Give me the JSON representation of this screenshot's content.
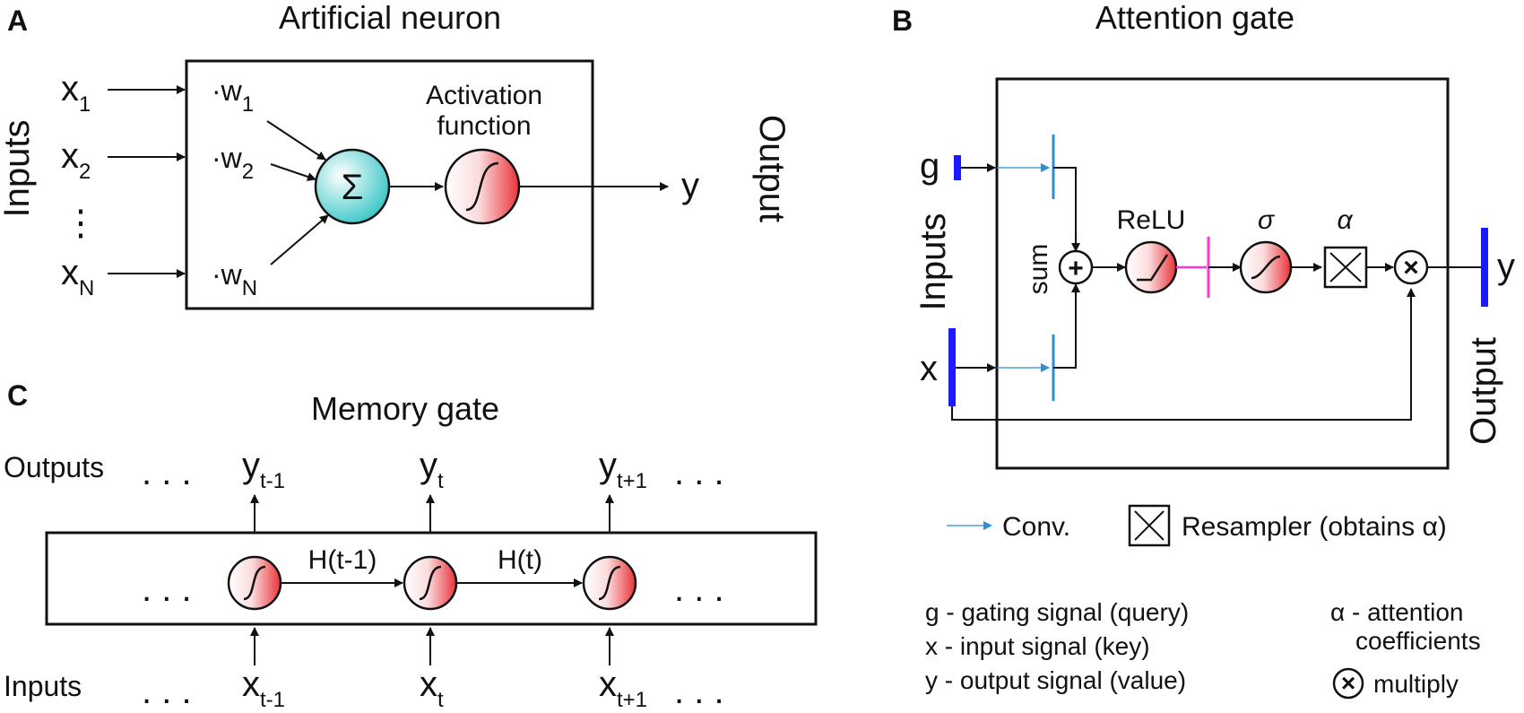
{
  "panel_a": {
    "letter": "A",
    "title": "Artificial neuron",
    "side_left": "Inputs",
    "side_right": "Output",
    "in1": "x",
    "in1_sub": "1",
    "in2": "x",
    "in2_sub": "2",
    "inN": "x",
    "inN_sub": "N",
    "vdots": "⋮",
    "w1": "·w",
    "w1_sub": "1",
    "w2": "·w",
    "w2_sub": "2",
    "wN": "·w",
    "wN_sub": "N",
    "sum_symbol": "Σ",
    "act_line1": "Activation",
    "act_line2": "function",
    "out": "y"
  },
  "panel_b": {
    "letter": "B",
    "title": "Attention gate",
    "side_left": "Inputs",
    "side_right": "Output",
    "g": "g",
    "x": "x",
    "y": "y",
    "sum_label": "sum",
    "plus": "+",
    "relu": "ReLU",
    "sigma": "σ",
    "alpha": "α",
    "times": "×",
    "legend_conv": "Conv.",
    "legend_resampler": "Resampler (obtains α)",
    "def_g": "g - gating signal (query)",
    "def_x": "x - input signal (key)",
    "def_y": "y - output signal (value)",
    "def_alpha_1": "α - attention",
    "def_alpha_2": "coefficients",
    "def_multiply": "multiply",
    "colors": {
      "input_bar": "#1a1aff",
      "conv": "#2e8fd1",
      "relu_link": "#ff33dd"
    }
  },
  "panel_c": {
    "letter": "C",
    "title": "Memory gate",
    "outputs_label": "Outputs",
    "inputs_label": "Inputs",
    "dots": ". . .",
    "y1": "y",
    "y1_sub": "t-1",
    "y2": "y",
    "y2_sub": "t",
    "y3": "y",
    "y3_sub": "t+1",
    "x1": "x",
    "x1_sub": "t-1",
    "x2": "x",
    "x2_sub": "t",
    "x3": "x",
    "x3_sub": "t+1",
    "h1": "H(t-1)",
    "h2": "H(t)"
  },
  "colors": {
    "neuron_sum": "#3cc7c7",
    "activation": "#e8333a"
  }
}
